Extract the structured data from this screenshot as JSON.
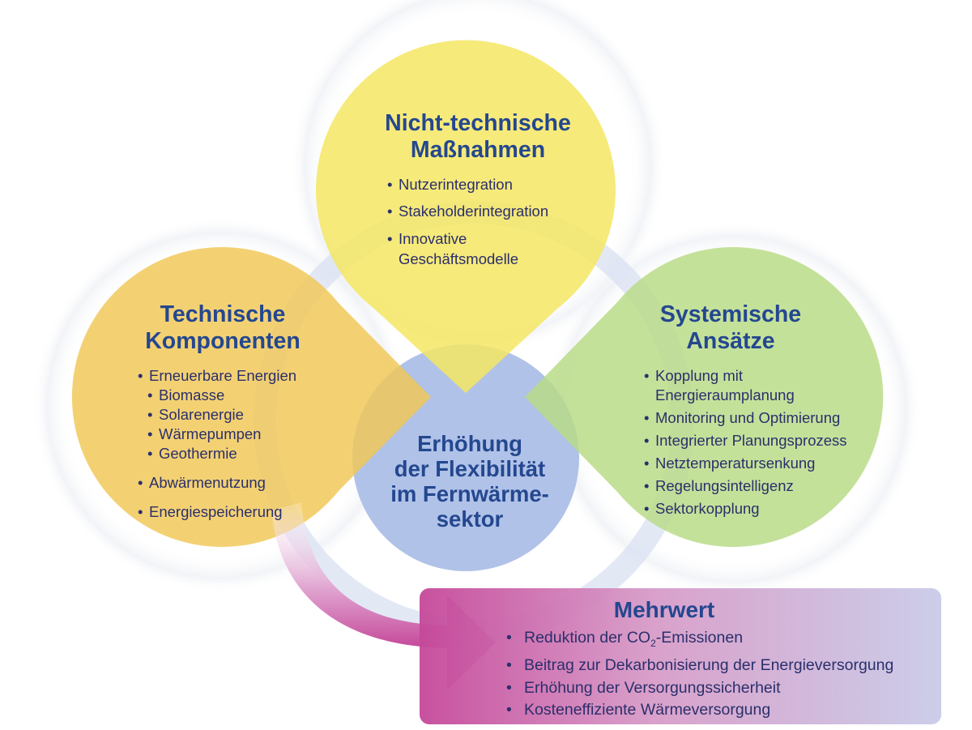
{
  "center": {
    "title_lines": [
      "Erhöhung",
      "der Flexibilität",
      "im Fernwärme-",
      "sektor"
    ]
  },
  "top": {
    "title_lines": [
      "Nicht-technische",
      "Maßnahmen"
    ],
    "items": [
      "Nutzerintegration",
      "Stakeholderintegration",
      "Innovative",
      "Geschäftsmodelle"
    ]
  },
  "left": {
    "title_lines": [
      "Technische",
      "Komponenten"
    ],
    "items": [
      "Erneuerbare Energien",
      "Biomasse",
      "Solarenergie",
      "Wärmepumpen",
      "Geothermie",
      "Abwärmenutzung",
      "Energiespeicherung"
    ]
  },
  "right": {
    "title_lines": [
      "Systemische",
      "Ansätze"
    ],
    "items": [
      "Kopplung mit",
      "Energieraumplanung",
      "Monitoring und Optimierung",
      "Integrierter Planungsprozess",
      "Netztemperatursenkung",
      "Regelungsintelligenz",
      "Sektorkopplung"
    ]
  },
  "mehrwert": {
    "title": "Mehrwert",
    "item1_prefix": "Reduktion der CO",
    "item1_sub": "2",
    "item1_suffix": "-Emissionen",
    "items": [
      "Beitrag zur Dekarbonisierung der Energieversorgung",
      "Erhöhung der Versorgungssicherheit",
      "Kosteneffiziente Wärmeversorgung"
    ]
  },
  "colors": {
    "title_blue": "#24478f",
    "text_navy": "#2b2f6b",
    "yellow": "#f5e663",
    "orange": "#f0c857",
    "green": "#b8db85",
    "center_blue": "#a9bde6",
    "magenta": "#c5489a",
    "lavender": "#c9cbe8"
  }
}
